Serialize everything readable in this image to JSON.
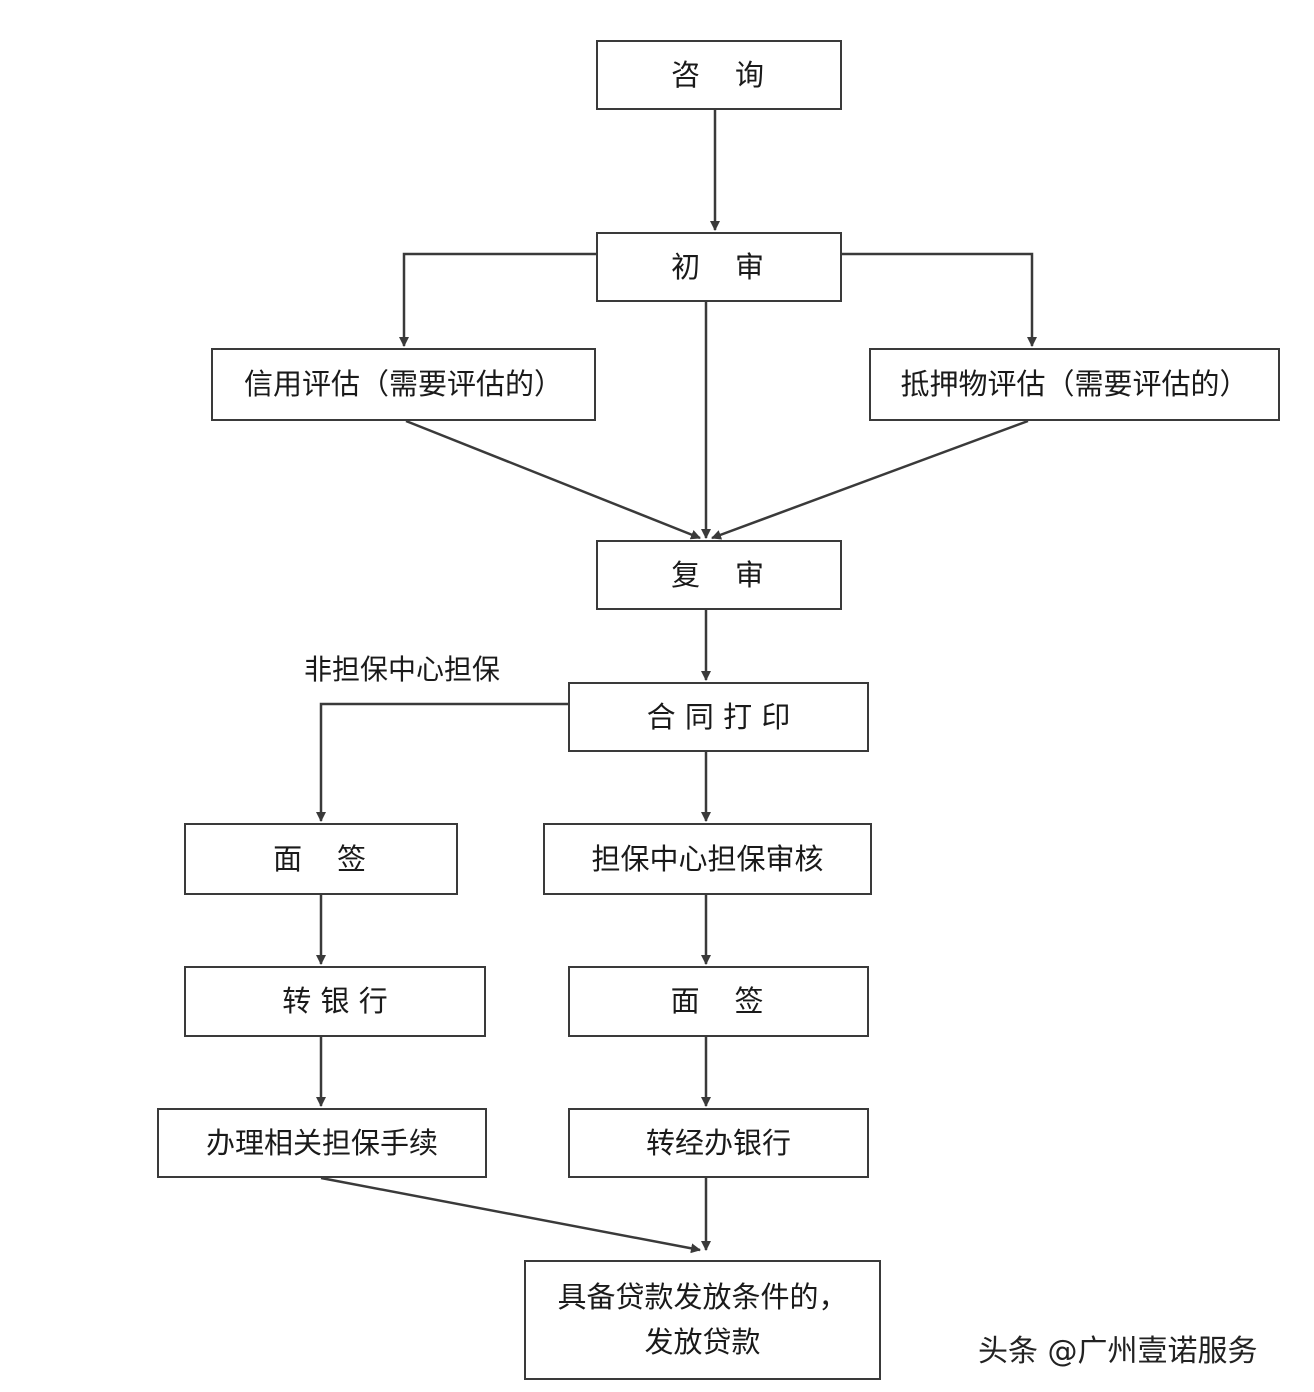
{
  "flowchart": {
    "nodes": {
      "consult": "咨　询",
      "initial_review": "初　审",
      "credit_eval": "信用评估（需要评估的）",
      "collateral_eval": "抵押物评估（需要评估的）",
      "second_review": "复　审",
      "contract_print": "合 同 打 印",
      "sign_left": "面　签",
      "guarantee_review": "担保中心担保审核",
      "to_bank": "转 银 行",
      "sign_right": "面　签",
      "guarantee_procedures": "办理相关担保手续",
      "to_handling_bank": "转经办银行",
      "disburse_line1": "具备贷款发放条件的，",
      "disburse_line2": "发放贷款"
    },
    "edge_labels": {
      "non_guarantee": "非担保中心担保"
    }
  },
  "watermark": "头条 @广州壹诺服务",
  "colors": {
    "line": "#3a3a3a",
    "text": "#1a1a1a",
    "background": "#ffffff"
  }
}
